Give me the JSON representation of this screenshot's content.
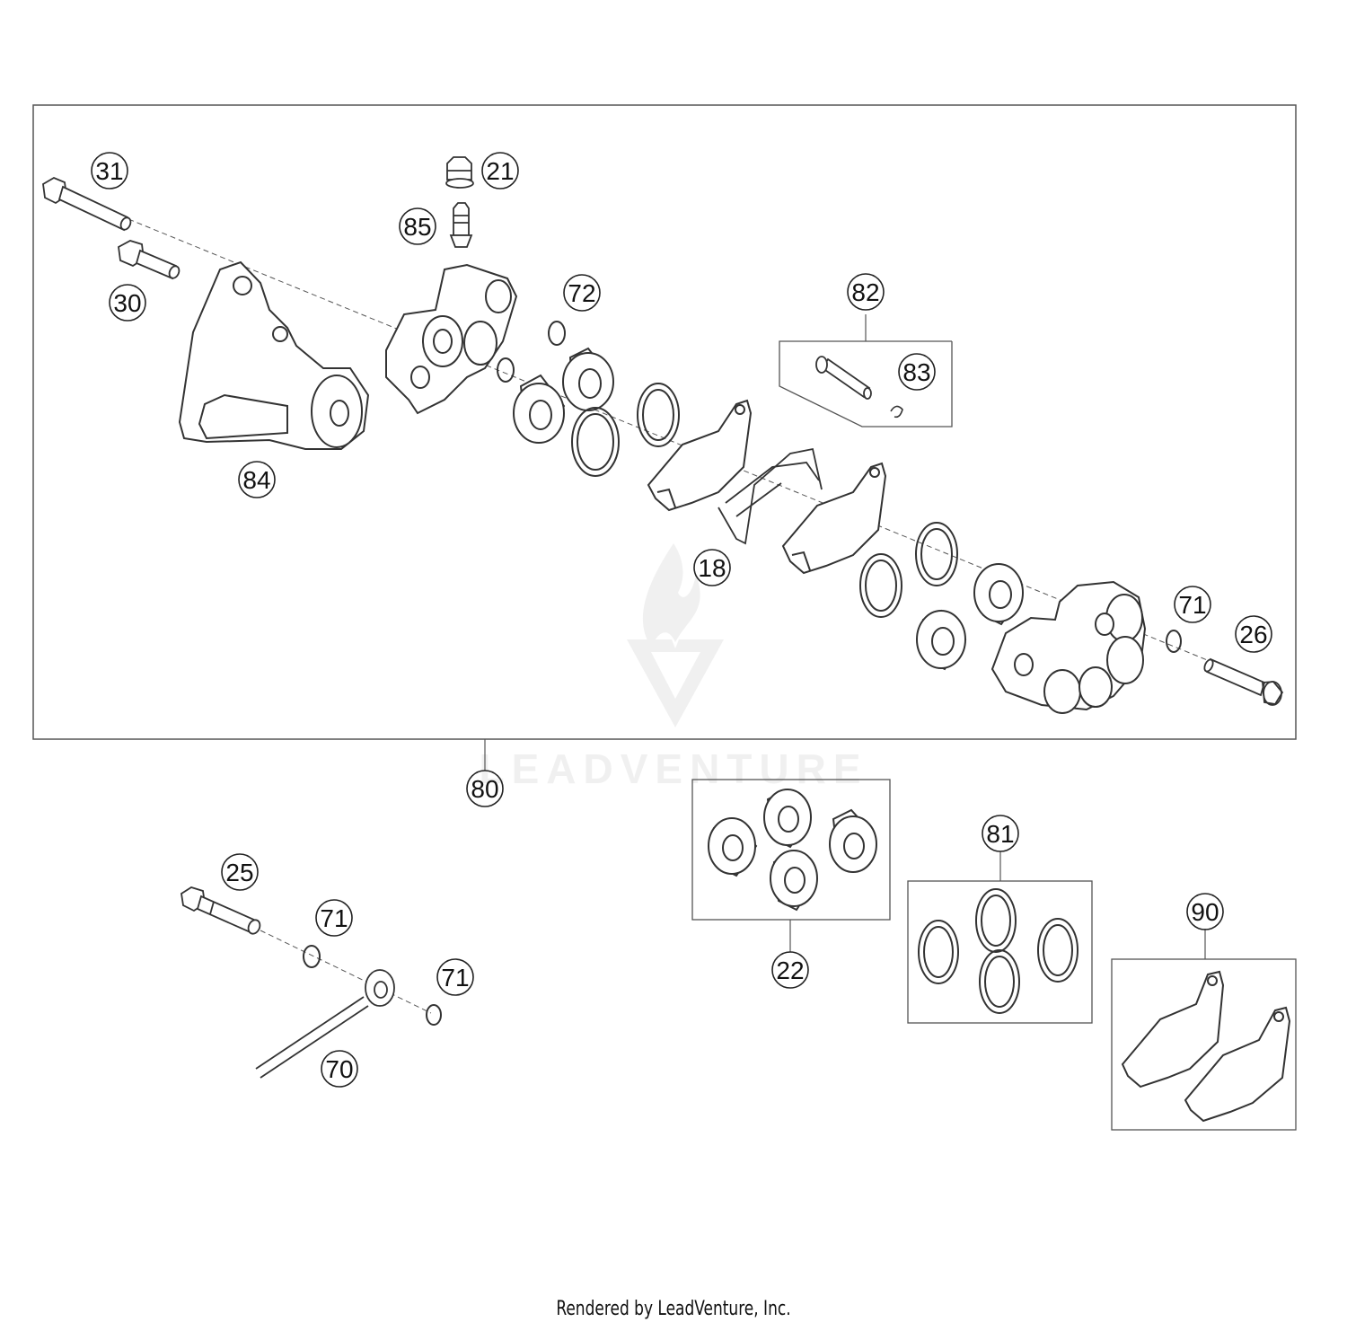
{
  "diagram": {
    "callouts": {
      "c31": "31",
      "c21": "21",
      "c85": "85",
      "c30": "30",
      "c72": "72",
      "c82": "82",
      "c83": "83",
      "c84": "84",
      "c18": "18",
      "c71a": "71",
      "c26": "26",
      "c80": "80",
      "c81": "81",
      "c25": "25",
      "c71b": "71",
      "c71c": "71",
      "c22": "22",
      "c90": "90",
      "c70": "70"
    },
    "watermark": "LEADVENTURE"
  },
  "footer": {
    "text": "Rendered by LeadVenture, Inc."
  }
}
